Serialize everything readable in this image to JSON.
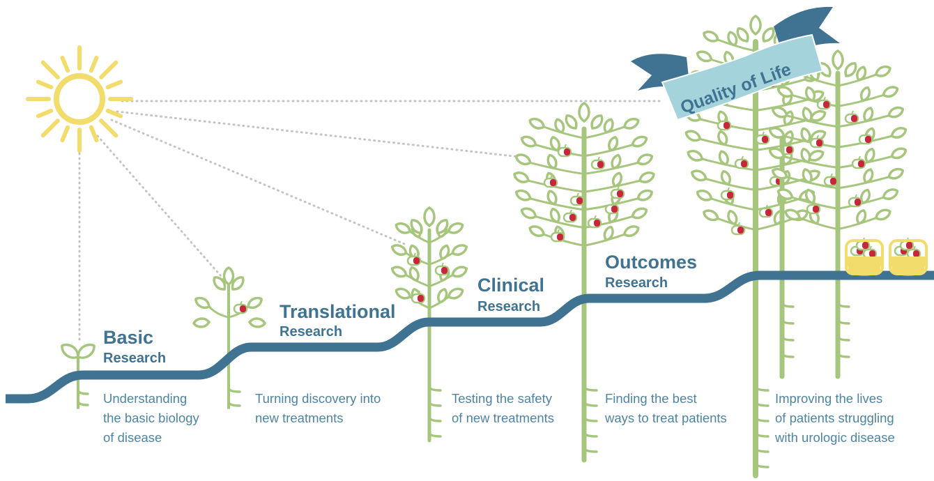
{
  "banner": {
    "text": "Quality of Life"
  },
  "stages": [
    {
      "title": "Basic",
      "subtitle": "Research",
      "description": "Understanding\nthe basic biology\nof disease"
    },
    {
      "title": "Translational",
      "subtitle": "Research",
      "description": "Turning discovery into\nnew treatments"
    },
    {
      "title": "Clinical",
      "subtitle": "Research",
      "description": "Testing the safety\nof new treatments"
    },
    {
      "title": "Outcomes",
      "subtitle": "Research",
      "description": "Finding the best\nways to treat patients"
    }
  ],
  "final_stage": {
    "description": "Improving the lives\nof patients struggling\nwith urologic disease"
  },
  "colors": {
    "path": "#3f7391",
    "plant": "#a7c67d",
    "leaf_fill": "#ffffff",
    "fruit": "#c8263a",
    "sun": "#f2dc6c",
    "banner": "#a5d3dc",
    "banner_dark": "#3f7391",
    "basket": "#f2dc6c",
    "dots": "#c4c4c4"
  },
  "icons": [
    "sun-icon",
    "seedling-icon",
    "sapling-icon",
    "tree-icon",
    "fruit-pill-icon",
    "basket-icon",
    "banner-ribbon-icon"
  ]
}
